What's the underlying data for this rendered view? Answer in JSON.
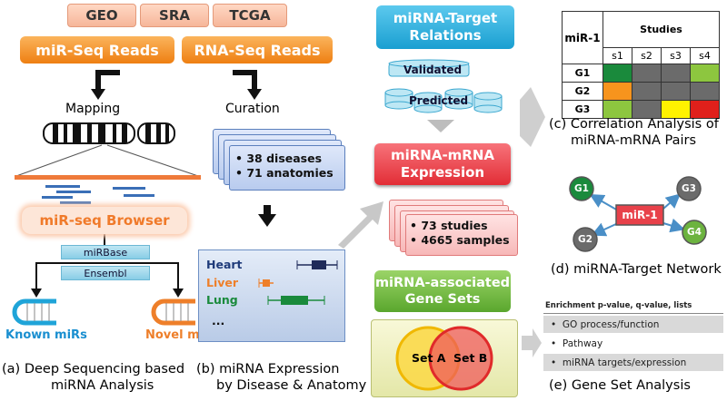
{
  "panel_a": {
    "sources": [
      "GEO",
      "SRA",
      "TCGA"
    ],
    "mirseq_reads": "miR-Seq Reads",
    "mapping": "Mapping",
    "browser": "miR-seq Browser",
    "mirbase": "miRBase",
    "ensembl": "Ensembl",
    "known": "Known miRs",
    "novel": "Novel miRs",
    "caption_letter": "(a)",
    "caption_line1": "Deep Sequencing based",
    "caption_line2": "miRNA Analysis"
  },
  "panel_b": {
    "rnaseq_reads": "RNA-Seq Reads",
    "curation": "Curation",
    "card_line1": "• 38 diseases",
    "card_line2": "• 71 anatomies",
    "tissues": [
      "Heart",
      "Liver",
      "Lung",
      "..."
    ],
    "caption_letter": "(b)",
    "caption_line1": "miRNA Expression",
    "caption_line2": "by Disease & Anatomy"
  },
  "center": {
    "target_rel_line1": "miRNA-Target",
    "target_rel_line2": "Relations",
    "validated": "Validated",
    "predicted": "Predicted",
    "expr_line1": "miRNA-mRNA",
    "expr_line2": "Expression",
    "studies_line1": "• 73 studies",
    "studies_line2": "• 4665 samples",
    "genesets_line1": "miRNA-associated",
    "genesets_line2": "Gene Sets",
    "set_a": "Set A",
    "set_b": "Set B"
  },
  "panel_c": {
    "row_header": "miR-1",
    "col_group": "Studies",
    "columns": [
      "s1",
      "s2",
      "s3",
      "s4"
    ],
    "rows": [
      {
        "label": "G1",
        "colors": [
          "#1a8a3c",
          "#6b6b6b",
          "#6b6b6b",
          "#8dc63f"
        ]
      },
      {
        "label": "G2",
        "colors": [
          "#f7941d",
          "#6b6b6b",
          "#6b6b6b",
          "#6b6b6b"
        ]
      },
      {
        "label": "G3",
        "colors": [
          "#8dc63f",
          "#6b6b6b",
          "#fff200",
          "#e0201b"
        ]
      }
    ],
    "caption_letter": "(c)",
    "caption_line1": "Correlation Analysis of",
    "caption_line2": "miRNA-mRNA Pairs"
  },
  "panel_d": {
    "center": "miR-1",
    "nodes": [
      "G1",
      "G2",
      "G3",
      "G4"
    ],
    "caption_letter": "(d)",
    "caption_line1": "miRNA-Target Network"
  },
  "panel_e": {
    "header": "Enrichment p-value, q-value, lists",
    "rows": [
      "GO process/function",
      "Pathway",
      "miRNA targets/expression"
    ],
    "caption_letter": "(e)",
    "caption_line1": "Gene Set Analysis"
  },
  "colors": {
    "orange_pill": "#f08a1e",
    "blue_pill": "#1aa6d8",
    "red_pill": "#e8414a",
    "green_pill": "#6cb33f"
  }
}
